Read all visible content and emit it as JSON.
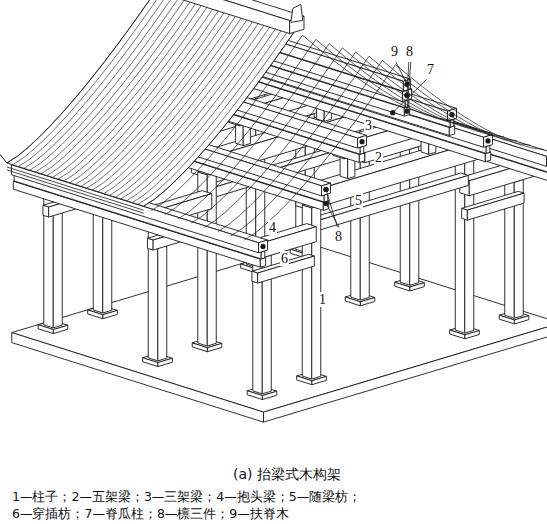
{
  "diagram": {
    "caption": "(a) 抬梁式木构架",
    "labels": [
      "9",
      "8",
      "7",
      "3",
      "2",
      "8",
      "5",
      "4",
      "6",
      "1",
      "1—柱子；2—五架梁；3—三架梁；4—抱头梁；5—随梁枋；",
      "6—穿插枋；7—脊瓜柱；8—檩三件；9—扶脊木"
    ]
  }
}
